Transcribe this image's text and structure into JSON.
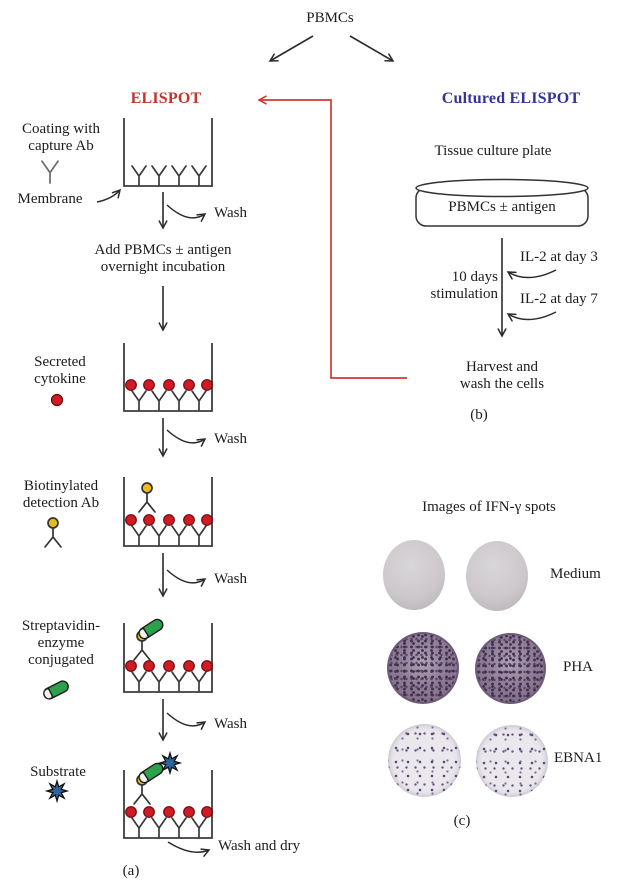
{
  "root": {
    "label": "PBMCs"
  },
  "panel_a": {
    "title": "ELISPOT",
    "coating_label": "Coating with\ncapture Ab",
    "membrane_label": "Membrane",
    "wash_label": "Wash",
    "add_pbmcs_label": "Add PBMCs ± antigen\novernight incubation",
    "secreted_cytokine_label": "Secreted\ncytokine",
    "biotinylated_label": "Biotinylated\ndetection Ab",
    "streptavidin_label": "Streptavidin-\nenzyme\nconjugated",
    "substrate_label": "Substrate",
    "wash_and_dry_label": "Wash and dry",
    "panel_tag": "(a)"
  },
  "panel_b": {
    "title": "Cultured ELISPOT",
    "tissue_plate_label": "Tissue culture plate",
    "dish_content_label": "PBMCs ± antigen",
    "stimulation_label": "10 days\nstimulation",
    "il2_day3_label": "IL-2 at day 3",
    "il2_day7_label": "IL-2 at day 7",
    "harvest_label": "Harvest and\nwash the cells",
    "panel_tag": "(b)"
  },
  "panel_c": {
    "title": "Images of IFN-γ spots",
    "rows": [
      {
        "label": "Medium",
        "spot_density": "none"
      },
      {
        "label": "PHA",
        "spot_density": "dense"
      },
      {
        "label": "EBNA1",
        "spot_density": "sparse"
      }
    ],
    "panel_tag": "(c)"
  },
  "symbols": {
    "capture_antibody_icon": "Y-shape",
    "secreted_cytokine_icon": "red-dot",
    "biotinylated_detection_ab_icon": "stick-antibody-with-yellow-biotin-dot",
    "streptavidin_enzyme_icon": "green-cylinder",
    "substrate_icon": "blue-starburst"
  },
  "colors": {
    "elispot_title": "#c1352b",
    "cultured_title": "#33339b",
    "red_connector": "#d03a31",
    "cytokine_dot": "#cf1b24",
    "biotin_dot": "#e7bc1f",
    "enzyme_green": "#2da04c",
    "substrate_blue": "#2d649c",
    "linework": "#2b2b2b"
  }
}
